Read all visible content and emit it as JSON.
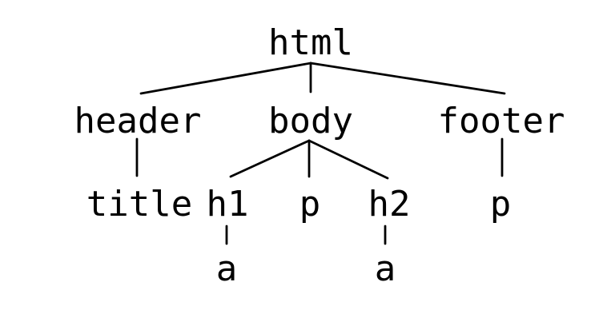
{
  "diagram": {
    "type": "tree",
    "description": "HTML document tree diagram",
    "background_color": "#ffffff",
    "text_color": "#000000",
    "highlight_color": "#f31515",
    "nodes": {
      "html": {
        "label": "html"
      },
      "header": {
        "label": "header"
      },
      "body": {
        "label": "body"
      },
      "footer": {
        "label": "footer"
      },
      "title": {
        "label": "title"
      },
      "h1": {
        "label": "h1"
      },
      "p1": {
        "label": "p"
      },
      "h2": {
        "label": "h2"
      },
      "p2": {
        "label": "p"
      },
      "a1": {
        "label": "a",
        "color": "#000000"
      },
      "a2": {
        "label": "a",
        "color": "#f31515",
        "highlighted": true
      }
    },
    "edges": [
      {
        "from": "html",
        "to": "header"
      },
      {
        "from": "html",
        "to": "body"
      },
      {
        "from": "html",
        "to": "footer"
      },
      {
        "from": "header",
        "to": "title"
      },
      {
        "from": "body",
        "to": "h1"
      },
      {
        "from": "body",
        "to": "p1"
      },
      {
        "from": "body",
        "to": "h2"
      },
      {
        "from": "footer",
        "to": "p2"
      },
      {
        "from": "h1",
        "to": "a1"
      },
      {
        "from": "h2",
        "to": "a2"
      }
    ]
  }
}
